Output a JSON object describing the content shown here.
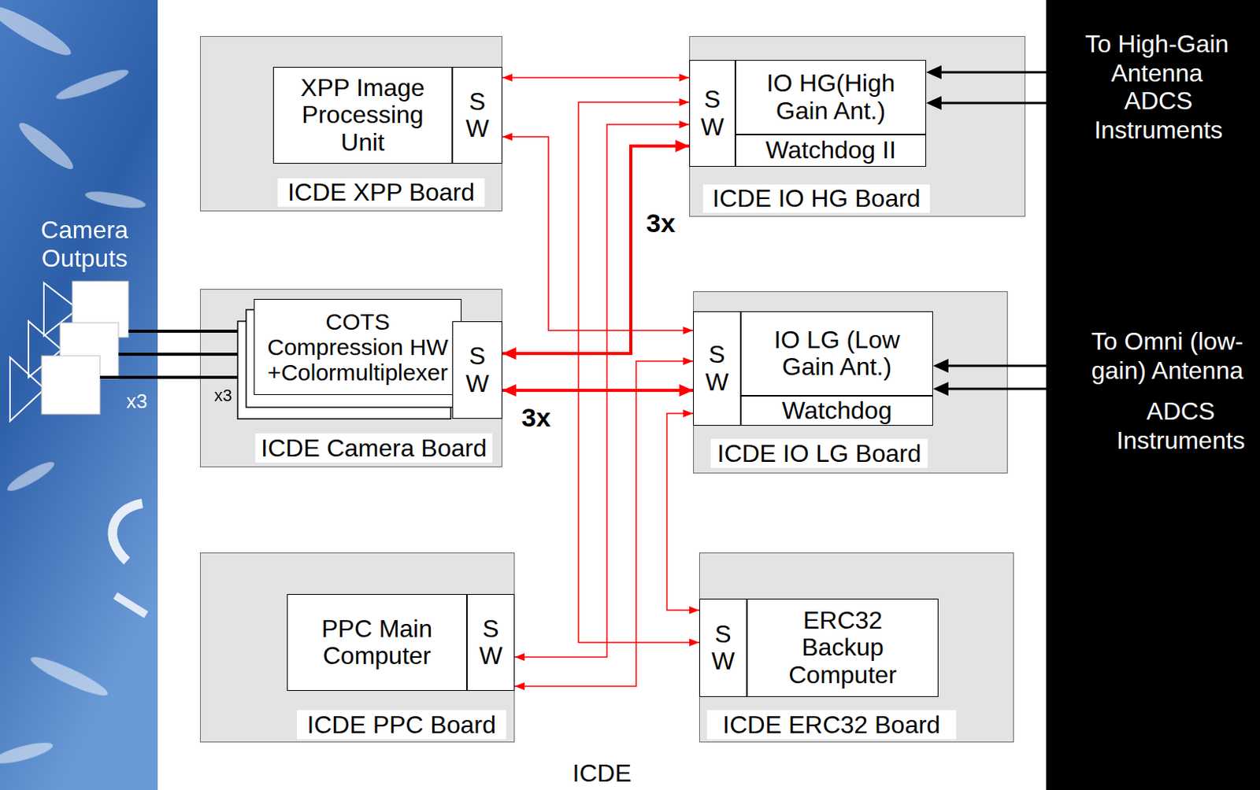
{
  "diagram": {
    "nodes": [
      {
        "text": [
          "ICDE"
        ]
      },
      {
        "text": [
          "ICDE XPP Board"
        ],
        "in": 0
      },
      {
        "text": [
          "XPP Image Processing Unit"
        ],
        "in": 1
      },
      {
        "text": [
          "S W"
        ],
        "in": 1
      },
      {
        "text": [
          "ICDE IO HG Board"
        ],
        "in": 0
      },
      {
        "text": [
          "S W"
        ],
        "in": 4
      },
      {
        "text": [
          "IO HG(High Gain Ant.)"
        ],
        "in": 4
      },
      {
        "text": [
          "Watchdog II"
        ],
        "in": 4
      },
      {
        "text": [
          "ICDE Camera Board"
        ],
        "in": 0
      },
      {
        "text": [
          "COTS Compression HW +Colormultiplexer"
        ],
        "in": 8
      },
      {
        "text": [
          "S W"
        ],
        "in": 8
      },
      {
        "text": [
          "ICDE IO LG Board"
        ],
        "in": 0
      },
      {
        "text": [
          "S W"
        ],
        "in": 11
      },
      {
        "text": [
          "IO LG (Low Gain Ant.)"
        ],
        "in": 11
      },
      {
        "text": [
          "Watchdog"
        ],
        "in": 11
      },
      {
        "text": [
          "ICDE PPC Board"
        ],
        "in": 0
      },
      {
        "text": [
          "PPC Main Computer"
        ],
        "in": 15
      },
      {
        "text": [
          "S W"
        ],
        "in": 15
      },
      {
        "text": [
          "ICDE ERC32 Board"
        ],
        "in": 0
      },
      {
        "text": [
          "S W"
        ],
        "in": 18
      },
      {
        "text": [
          "ERC32 Backup Computer"
        ],
        "in": 18
      }
    ],
    "edges": [
      {
        "from": 3,
        "to": 5,
        "arrow": "both"
      },
      {
        "from": 3,
        "to": 12,
        "arrow": "both"
      },
      {
        "from": 10,
        "to": 5,
        "label": "3x",
        "arrow": "both"
      },
      {
        "from": 10,
        "to": 12,
        "label": "3x",
        "arrow": "both"
      },
      {
        "from": 17,
        "to": 5,
        "arrow": "both"
      },
      {
        "from": 17,
        "to": 12,
        "arrow": "both"
      },
      {
        "from": 5,
        "to": 19,
        "arrow": "both"
      },
      {
        "from": 12,
        "to": 19,
        "arrow": "both"
      }
    ],
    "labels": [
      "Camera Outputs",
      "x3",
      "x3",
      "To High-Gain Antenna",
      "ADCS Instruments",
      "To Omni (low-gain) Antenna",
      "ADCS Instruments"
    ]
  }
}
